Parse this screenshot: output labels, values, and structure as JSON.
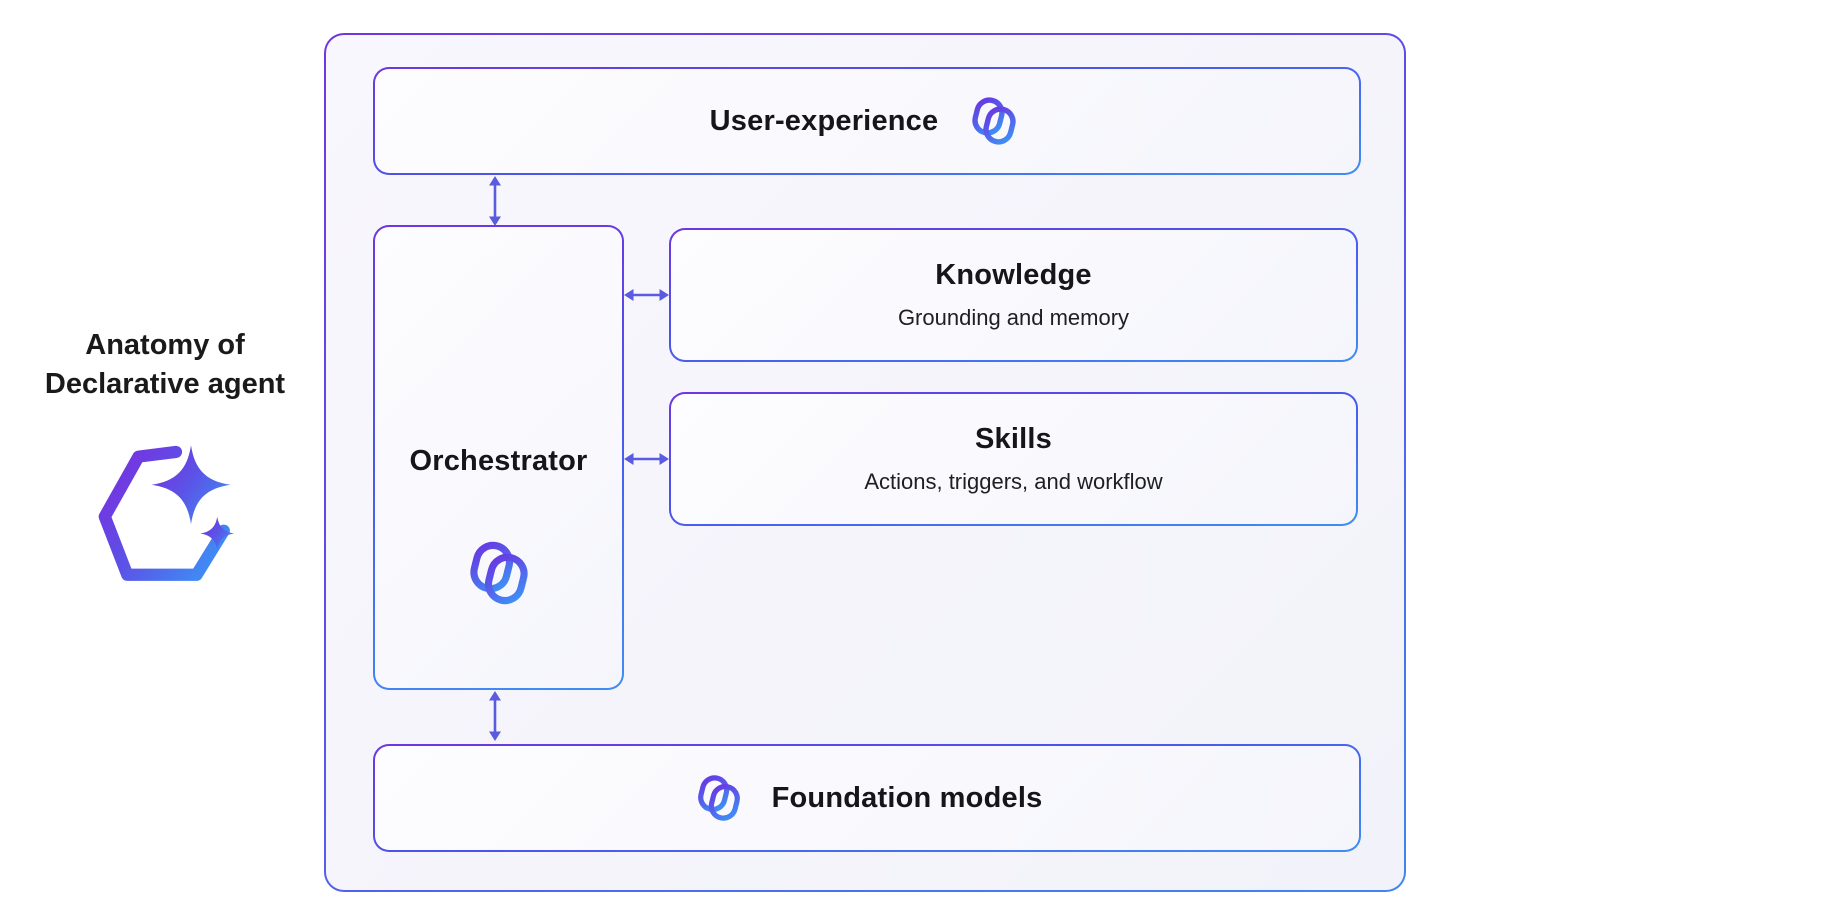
{
  "left_panel": {
    "heading_line1": "Anatomy of",
    "heading_line2": "Declarative agent",
    "logo": "declarative-agent-hexagon-sparkles-icon"
  },
  "diagram": {
    "user_experience": {
      "title": "User-experience",
      "icon": "copilot-icon"
    },
    "orchestrator": {
      "title": "Orchestrator",
      "icon": "copilot-icon"
    },
    "knowledge": {
      "title": "Knowledge",
      "subtitle": "Grounding and memory"
    },
    "skills": {
      "title": "Skills",
      "subtitle": "Actions, triggers, and workflow"
    },
    "foundation_models": {
      "title": "Foundation models",
      "icon": "copilot-icon"
    },
    "arrows": {
      "ux_orchestrator": "bidirectional-vertical",
      "orchestrator_foundation": "bidirectional-vertical",
      "orchestrator_knowledge": "bidirectional-horizontal",
      "orchestrator_skills": "bidirectional-horizontal"
    }
  },
  "colors": {
    "accent_purple": "#6F36DF",
    "accent_indigo": "#5B4FE6",
    "accent_blue": "#3F86F3",
    "arrow": "#5A5BE0",
    "text": "#1A1A1A",
    "container_fill": "#F5F4FB",
    "box_fill": "#FAFAFE"
  }
}
